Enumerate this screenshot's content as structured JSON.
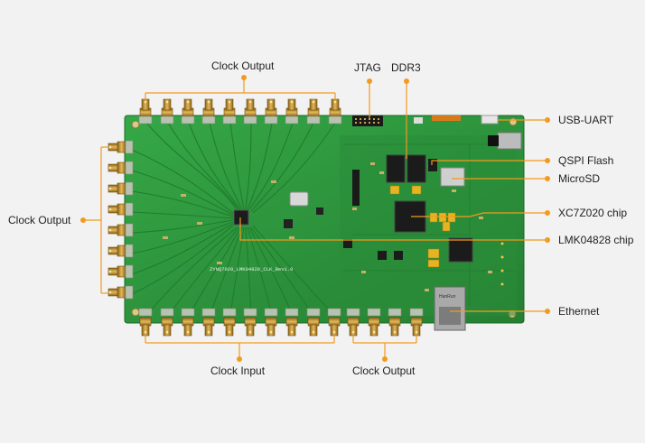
{
  "labels": {
    "clock_output_top": "Clock Output",
    "clock_output_left": "Clock Output",
    "clock_input_bottom": "Clock Input",
    "clock_output_bottom": "Clock Output",
    "jtag": "JTAG",
    "ddr3": "DDR3",
    "usb_uart": "USB-UART",
    "qspi_flash": "QSPI Flash",
    "microsd": "MicroSD",
    "xc7z020": "XC7Z020 chip",
    "lmk04828": "LMK04828 chip",
    "ethernet": "Ethernet"
  },
  "board": {
    "silkscreen": "ZYNQ7020_LMK04828_CLK_Rev1.0",
    "ethernet_jack_text": "HanRun"
  },
  "colors": {
    "pcb": "#2e9b3e",
    "pcb_dark": "#217a2f",
    "accent": "#f39a1e",
    "sma_gold": "#c8962a",
    "background": "#f2f2f2"
  }
}
